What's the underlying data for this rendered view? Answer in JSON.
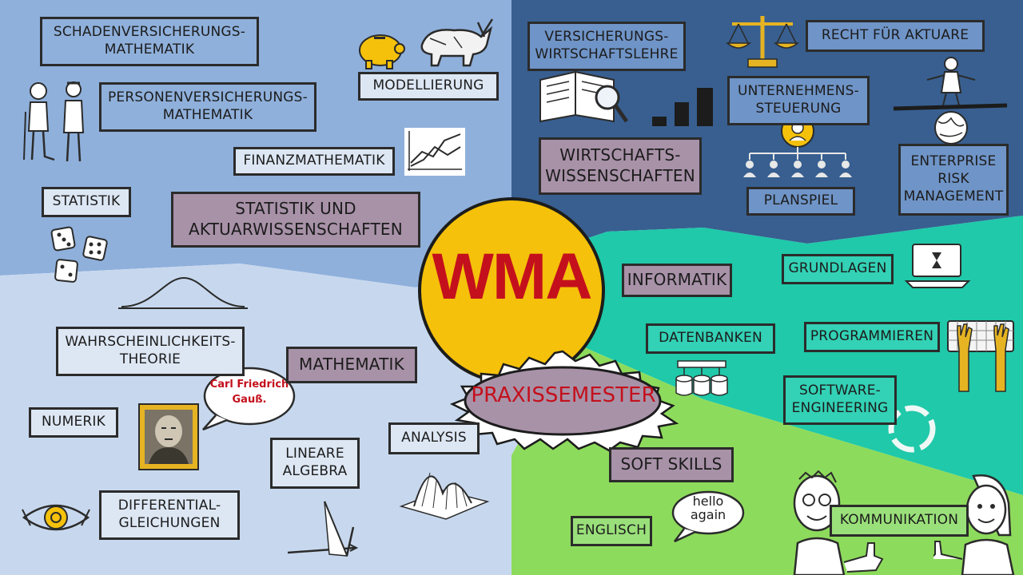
{
  "center": {
    "title": "WMA",
    "subtitle": "PRAXISSEMESTER"
  },
  "sections": {
    "statistik": {
      "title": "STATISTIK UND\nAKTUARWISSENSCHAFTEN",
      "items": {
        "schaden": "SCHADENVERSICHERUNGS-\nMATHEMATIK",
        "personen": "PERSONENVERSICHERUNGS-\nMATHEMATIK",
        "modellierung": "MODELLIERUNG",
        "finanz": "FINANZMATHEMATIK",
        "statistik": "STATISTIK"
      }
    },
    "wirtschaft": {
      "title": "WIRTSCHAFTS-\nWISSENSCHAFTEN",
      "items": {
        "versicherung": "VERSICHERUNGS-\nWIRTSCHAFTSLEHRE",
        "recht": "RECHT FÜR AKTUARE",
        "unternehmen": "UNTERNEHMENS-\nSTEUERUNG",
        "planspiel": "PLANSPIEL",
        "erm": "ENTERPRISE\nRISK\nMANAGEMENT"
      }
    },
    "informatik": {
      "title": "INFORMATIK",
      "items": {
        "grundlagen": "GRUNDLAGEN",
        "datenbanken": "DATENBANKEN",
        "programmieren": "PROGRAMMIEREN",
        "software": "SOFTWARE-\nENGINEERING"
      }
    },
    "mathematik": {
      "title": "MATHEMATIK",
      "items": {
        "wahrscheinlichkeit": "WAHRSCHEINLICHKEITS-\nTHEORIE",
        "numerik": "NUMERIK",
        "analysis": "ANALYSIS",
        "lineare": "LINEARE\nALGEBRA",
        "differential": "DIFFERENTIAL-\nGLEICHUNGEN"
      }
    },
    "softskills": {
      "title": "SOFT SKILLS",
      "items": {
        "englisch": "ENGLISCH",
        "kommunikation": "KOMMUNIKATION"
      }
    }
  },
  "bubbles": {
    "gauss": "Carl Friedrich\nGauß.",
    "hello": "hello\nagain"
  },
  "colors": {
    "mauve": "#a892a8",
    "blue": "#8fb0db",
    "light_blue": "#dde7f4",
    "dark_blue": "#385f90",
    "teal": "#1fc9a9",
    "green": "#8ddb5c",
    "wma_red": "#c4101c",
    "wma_yellow": "#f5c10a"
  }
}
